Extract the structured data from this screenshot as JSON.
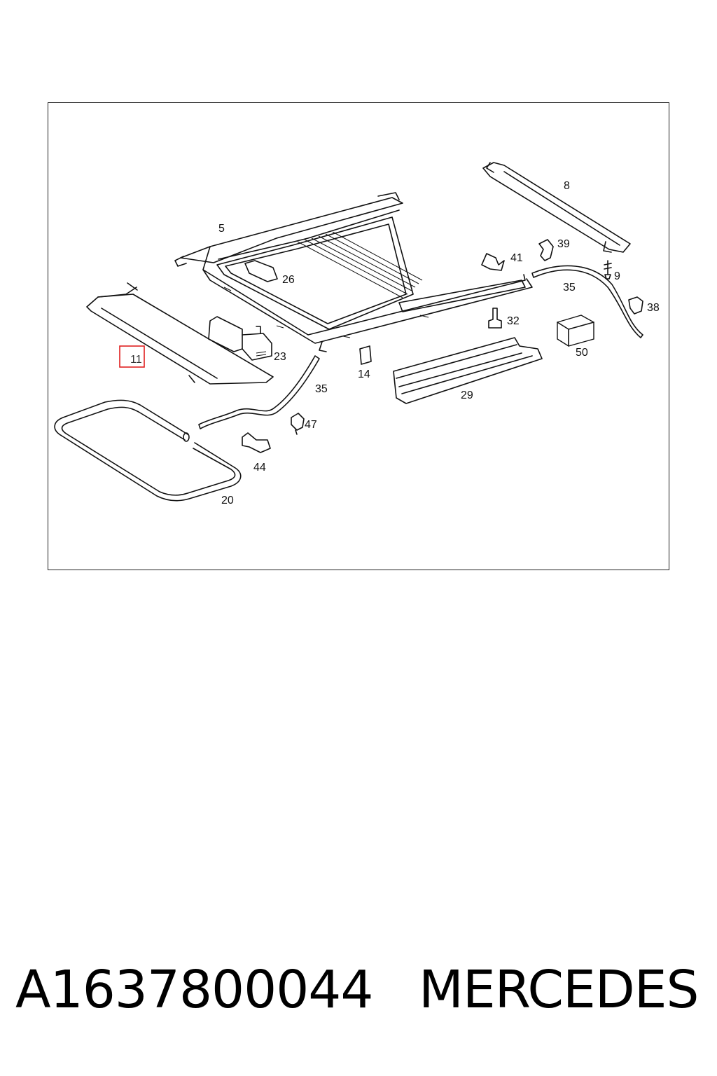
{
  "diagram": {
    "labels": {
      "l5": "5",
      "l8": "8",
      "l39": "39",
      "l41": "41",
      "l9": "9",
      "l26": "26",
      "l35a": "35",
      "l38": "38",
      "l32": "32",
      "l23": "23",
      "l50": "50",
      "l11": "11",
      "l14": "14",
      "l35b": "35",
      "l29": "29",
      "l47": "47",
      "l44": "44",
      "l20": "20"
    },
    "highlighted_part": "11",
    "highlight_color": "#e02020"
  },
  "footer": {
    "part_number": "A1637800044",
    "brand": "MERCEDES"
  }
}
